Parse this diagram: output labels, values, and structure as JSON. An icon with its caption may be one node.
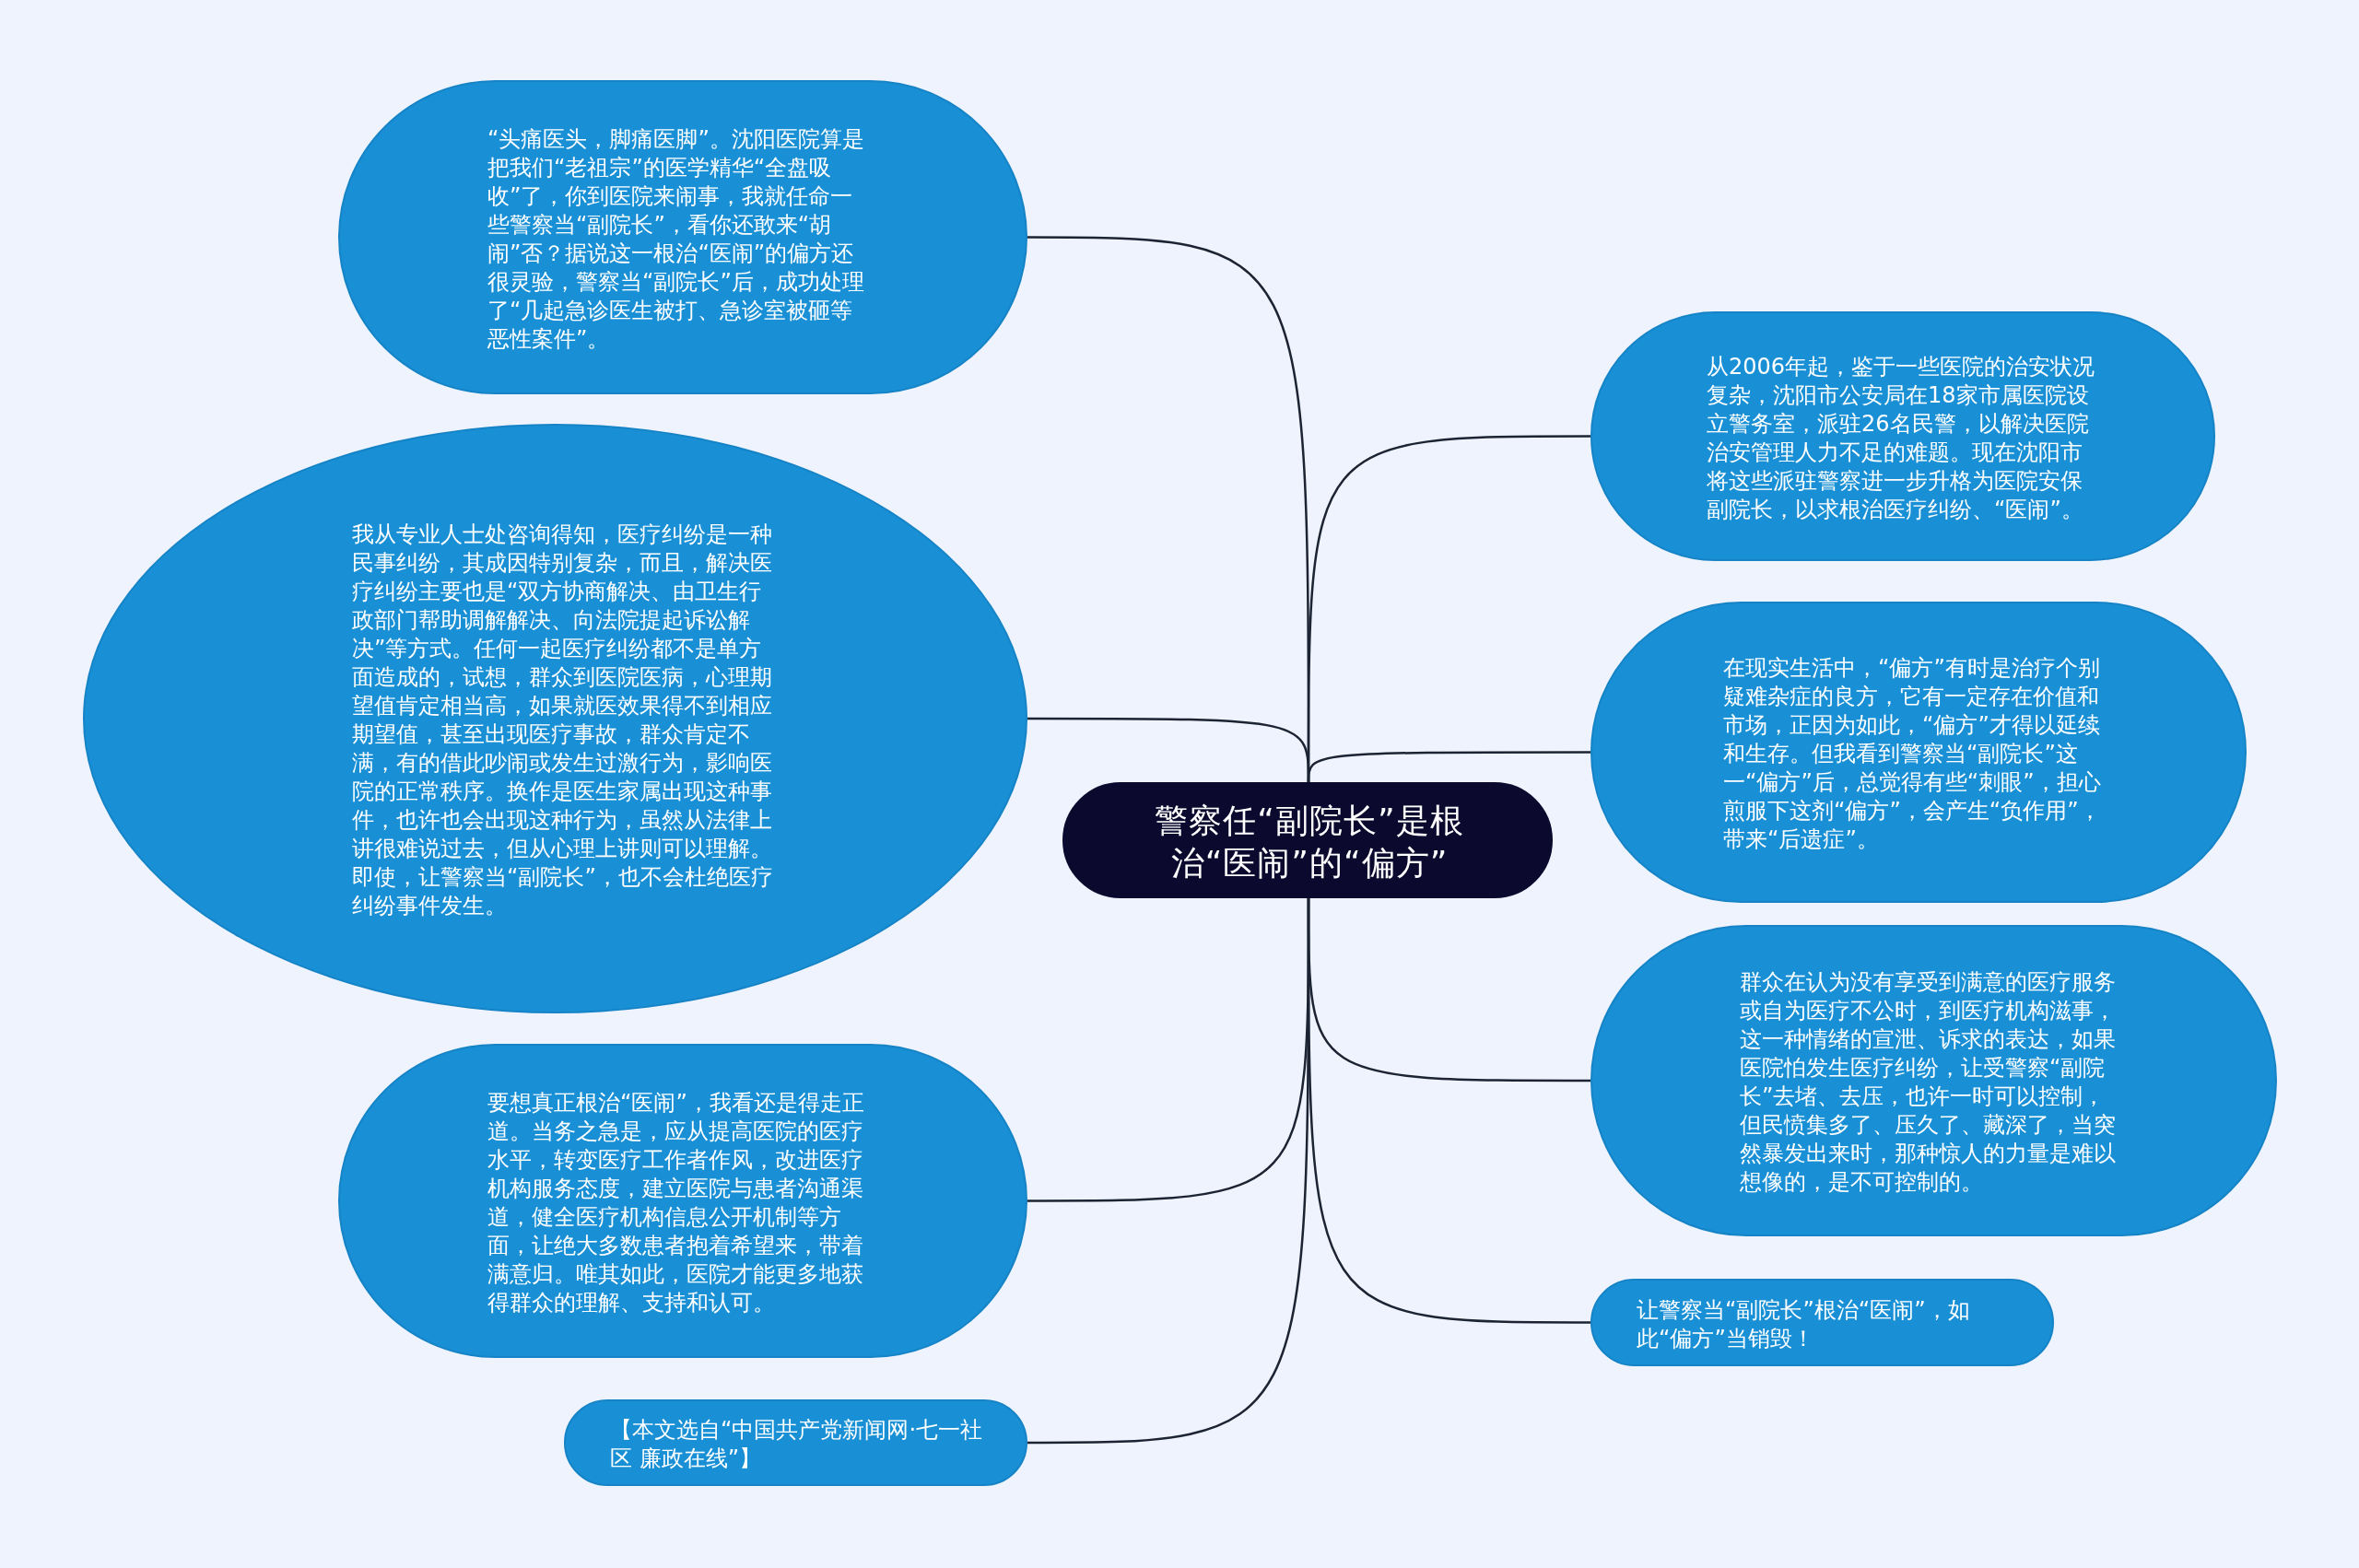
{
  "diagram": {
    "nodes": [
      {
        "text": [
          "警察任“副院长”是根治“医闹”的“偏方”"
        ]
      },
      {
        "text": [
          "“头痛医头，脚痛医脚”。沈阳医院算是把我们“老祖宗”的医学精华“全盘吸收”了，你到医院来闹事，我就任命一些警察当“副院长”，看你还敢来“胡闹”否？据说这一根治“医闹”的偏方还很灵验，警察当“副院长”后，成功处理了“几起急诊医生被打、急诊室被砸等恶性案件”。"
        ]
      },
      {
        "text": [
          "我从专业人士处咨询得知，医疗纠纷是一种民事纠纷，其成因特别复杂，而且，解决医疗纠纷主要也是“双方协商解决、由卫生行政部门帮助调解解决、向法院提起诉讼解决”等方式。任何一起医疗纠纷都不是单方面造成的，试想，群众到医院医病，心理期望值肯定相当高，如果就医效果得不到相应期望值，甚至出现医疗事故，群众肯定不满，有的借此吵闹或发生过激行为，影响医院的正常秩序。换作是医生家属出现这种事件，也许也会出现这种行为，虽然从法律上讲很难说过去，但从心理上讲则可以理解。即使，让警察当“副院长”，也不会杜绝医疗纠纷事件发生。"
        ]
      },
      {
        "text": [
          "要想真正根治“医闹”，我看还是得走正道。当务之急是，应从提高医院的医疗水平，转变医疗工作者作风，改进医疗机构服务态度，建立医院与患者沟通渠道，健全医疗机构信息公开机制等方面，让绝大多数患者抱着希望来，带着满意归。唯其如此，医院才能更多地获得群众的理解、支持和认可。"
        ]
      },
      {
        "text": [
          "【本文选自“中国共产党新闻网·七一社区 廉政在线”】"
        ]
      },
      {
        "text": [
          "从2006年起，鉴于一些医院的治安状况复杂，沈阳市公安局在18家市属医院设立警务室，派驻26名民警，以解决医院治安管理人力不足的难题。现在沈阳市将这些派驻警察进一步升格为医院安保副院长，以求根治医疗纠纷、“医闹”。"
        ]
      },
      {
        "text": [
          "在现实生活中，“偏方”有时是治疗个别疑难杂症的良方，它有一定存在价值和市场，正因为如此，“偏方”才得以延续和生存。但我看到警察当“副院长”这一“偏方”后，总觉得有些“刺眼”，担心煎服下这剂“偏方”，会产生“负作用”，带来“后遗症”。"
        ]
      },
      {
        "text": [
          "群众在认为没有享受到满意的医疗服务或自为医疗不公时，到医疗机构滋事，这一种情绪的宣泄、诉求的表达，如果医院怕发生医疗纠纷，让受警察“副院长”去堵、去压，也许一时可以控制，但民愤集多了、压久了、藏深了，当突然暴发出来时，那种惊人的力量是难以想像的，是不可控制的。"
        ]
      },
      {
        "text": [
          "让警察当“副院长”根治“医闹”，如此“偏方”当销毁！"
        ]
      }
    ],
    "edges": [
      {
        "from": 0,
        "to": 1,
        "arrow": "none"
      },
      {
        "from": 0,
        "to": 2,
        "arrow": "none"
      },
      {
        "from": 0,
        "to": 3,
        "arrow": "none"
      },
      {
        "from": 0,
        "to": 4,
        "arrow": "none"
      },
      {
        "from": 0,
        "to": 5,
        "arrow": "none"
      },
      {
        "from": 0,
        "to": 6,
        "arrow": "none"
      },
      {
        "from": 0,
        "to": 7,
        "arrow": "none"
      },
      {
        "from": 0,
        "to": 8,
        "arrow": "none"
      }
    ]
  }
}
